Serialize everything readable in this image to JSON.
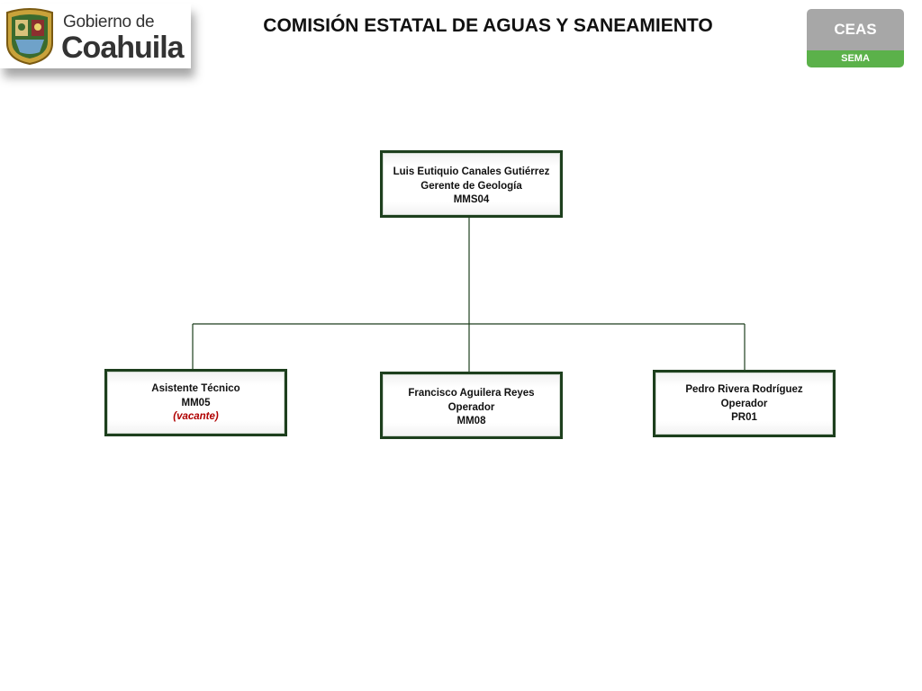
{
  "header": {
    "logo_small": "Gobierno de",
    "logo_big": "Coahuila",
    "title": "COMISIÓN ESTATAL DE AGUAS Y SANEAMIENTO",
    "badge_top": "CEAS",
    "badge_bottom": "SEMA",
    "badge_colors": {
      "top": "#a7a7a7",
      "bottom": "#5bb14a"
    }
  },
  "org": {
    "head": {
      "name": "Luis Eutiquio Canales Gutiérrez",
      "role": "Gerente de Geología",
      "code": "MMS04"
    },
    "reports": [
      {
        "name": "Asistente Técnico",
        "code": "MM05",
        "note": "(vacante)"
      },
      {
        "name": "Francisco Aguilera Reyes",
        "role": "Operador",
        "code": "MM08"
      },
      {
        "name": "Pedro Rivera Rodríguez",
        "role": "Operador",
        "code": "PR01"
      }
    ],
    "colors": {
      "border": "#1d3f1d",
      "vacant": "#b00000"
    }
  }
}
